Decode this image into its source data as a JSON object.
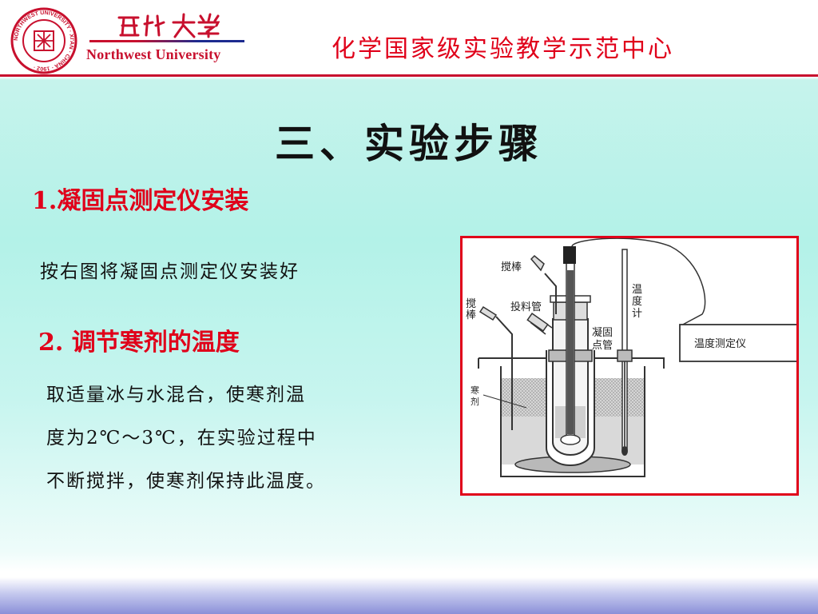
{
  "header": {
    "logo_chinese": "西北大学",
    "logo_english": "Northwest University",
    "seal_text": "NORTHWEST UNIVERSITY · XI'AN · CHINA · 1902",
    "title": "化学国家级实验教学示范中心"
  },
  "slide": {
    "title": "三、实验步骤",
    "section1": {
      "heading": "1.凝固点测定仪安装",
      "text": "按右图将凝固点测定仪安装好"
    },
    "section2": {
      "heading": "2. 调节寒剂的温度",
      "lines": [
        "取适量冰与水混合，使寒剂温",
        "度为2℃～3℃，在实验过程中",
        "不断搅拌，使寒剂保持此温度。"
      ]
    }
  },
  "diagram": {
    "label_stirrer_top": "搅棒",
    "label_stirrer_left": "搅棒",
    "label_feed_tube": "投料管",
    "label_thermometer": "温度计",
    "label_fp_tube": "凝固点管",
    "label_coolant": "寒剂",
    "label_instrument": "温度测定仪"
  },
  "colors": {
    "accent_red": "#e0001a",
    "brand_blue": "#1c2b8f"
  }
}
